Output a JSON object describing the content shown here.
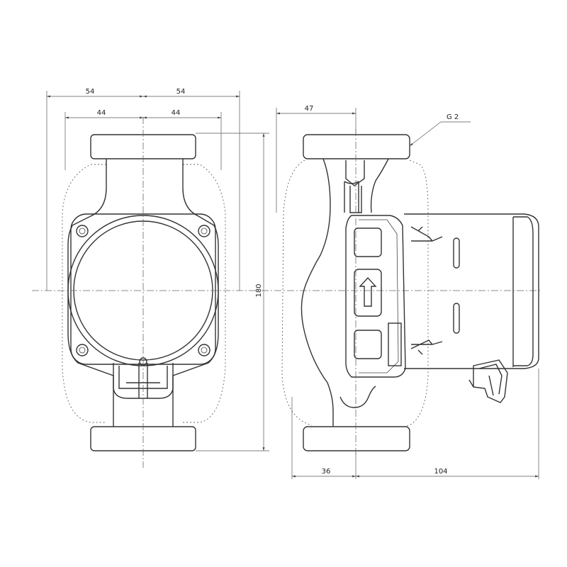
{
  "drawing": {
    "dimensions": {
      "front_left_outer": "54",
      "front_right_outer": "54",
      "front_left_inner": "44",
      "front_right_inner": "44",
      "height": "180",
      "side_top": "47",
      "side_bottom_left": "36",
      "side_bottom_right": "104"
    },
    "thread_label": "G 2"
  }
}
